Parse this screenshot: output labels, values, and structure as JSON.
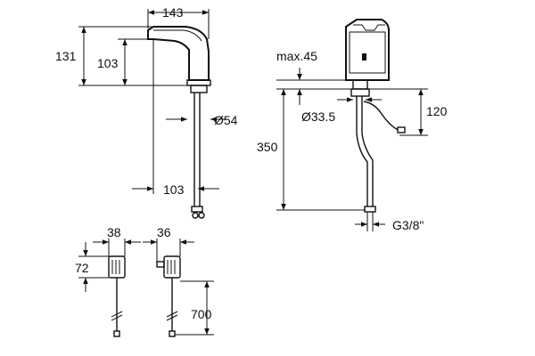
{
  "labels": {
    "d143": "143",
    "d131": "131",
    "d103_height": "103",
    "d54": "Ø54",
    "d103_bottom": "103",
    "max45": "max.45",
    "d33_5": "Ø33.5",
    "d120": "120",
    "d350": "350",
    "g38": "G3/8\"",
    "d38": "38",
    "d36": "36",
    "d72": "72",
    "d700": "700"
  }
}
